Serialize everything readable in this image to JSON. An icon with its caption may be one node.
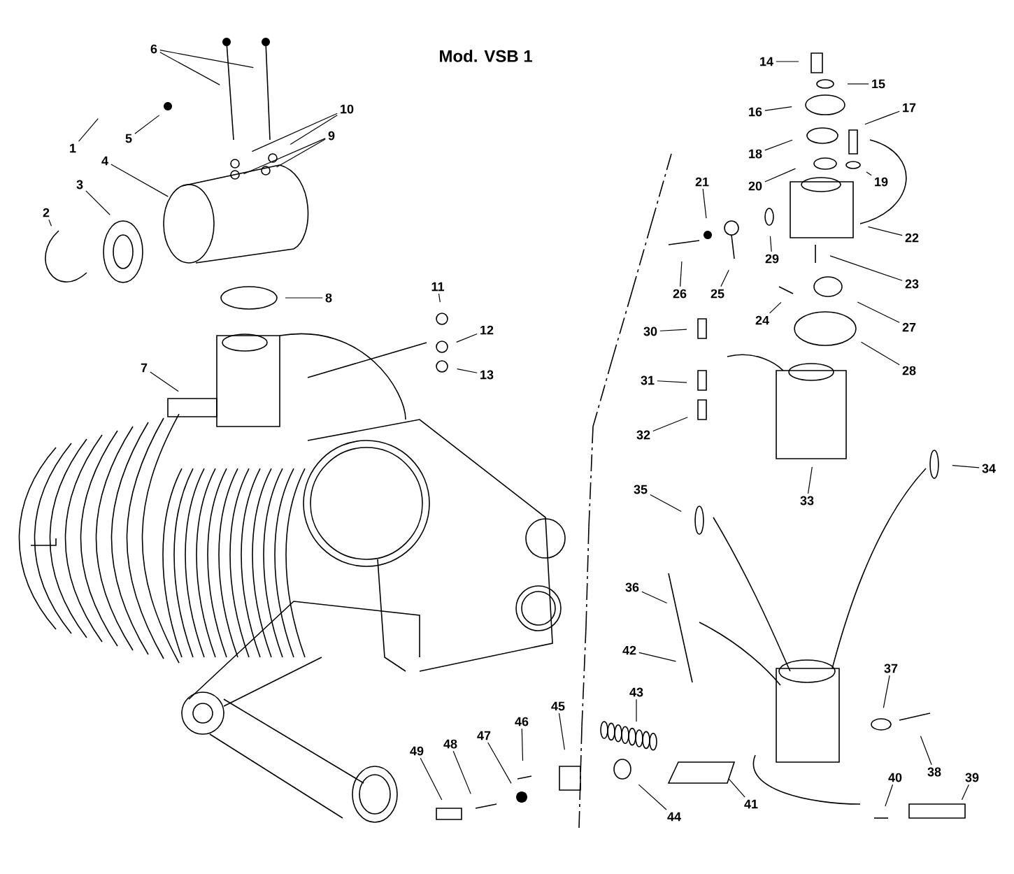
{
  "diagram": {
    "title": "Mod. VSB 1",
    "nodes": [
      {
        "text": [
          "1"
        ]
      },
      {
        "text": [
          "2"
        ]
      },
      {
        "text": [
          "3"
        ]
      },
      {
        "text": [
          "4"
        ]
      },
      {
        "text": [
          "5"
        ]
      },
      {
        "text": [
          "6"
        ]
      },
      {
        "text": [
          "7"
        ]
      },
      {
        "text": [
          "8"
        ]
      },
      {
        "text": [
          "9"
        ]
      },
      {
        "text": [
          "10"
        ]
      },
      {
        "text": [
          "11"
        ]
      },
      {
        "text": [
          "12"
        ]
      },
      {
        "text": [
          "13"
        ]
      },
      {
        "text": [
          "14"
        ]
      },
      {
        "text": [
          "15"
        ]
      },
      {
        "text": [
          "16"
        ]
      },
      {
        "text": [
          "17"
        ]
      },
      {
        "text": [
          "18"
        ]
      },
      {
        "text": [
          "19"
        ]
      },
      {
        "text": [
          "20"
        ]
      },
      {
        "text": [
          "21"
        ]
      },
      {
        "text": [
          "22"
        ]
      },
      {
        "text": [
          "23"
        ]
      },
      {
        "text": [
          "24"
        ]
      },
      {
        "text": [
          "25"
        ]
      },
      {
        "text": [
          "26"
        ]
      },
      {
        "text": [
          "27"
        ]
      },
      {
        "text": [
          "28"
        ]
      },
      {
        "text": [
          "29"
        ]
      },
      {
        "text": [
          "30"
        ]
      },
      {
        "text": [
          "31"
        ]
      },
      {
        "text": [
          "32"
        ]
      },
      {
        "text": [
          "33"
        ]
      },
      {
        "text": [
          "34"
        ]
      },
      {
        "text": [
          "35"
        ]
      },
      {
        "text": [
          "36"
        ]
      },
      {
        "text": [
          "37"
        ]
      },
      {
        "text": [
          "38"
        ]
      },
      {
        "text": [
          "39"
        ]
      },
      {
        "text": [
          "40"
        ]
      },
      {
        "text": [
          "41"
        ]
      },
      {
        "text": [
          "42"
        ]
      },
      {
        "text": [
          "43"
        ]
      },
      {
        "text": [
          "44"
        ]
      },
      {
        "text": [
          "45"
        ]
      },
      {
        "text": [
          "46"
        ]
      },
      {
        "text": [
          "47"
        ]
      },
      {
        "text": [
          "48"
        ]
      },
      {
        "text": [
          "49"
        ]
      }
    ],
    "edges": [
      {
        "from": 0,
        "to": null,
        "arrow": "none"
      },
      {
        "from": 1,
        "to": null,
        "arrow": "none"
      },
      {
        "from": 2,
        "to": null,
        "arrow": "none"
      },
      {
        "from": 3,
        "to": null,
        "arrow": "none"
      },
      {
        "from": 4,
        "to": null,
        "arrow": "none"
      },
      {
        "from": 5,
        "to": null,
        "arrow": "none"
      },
      {
        "from": 5,
        "to": null,
        "arrow": "none"
      },
      {
        "from": 6,
        "to": null,
        "arrow": "none"
      },
      {
        "from": 7,
        "to": null,
        "arrow": "none"
      },
      {
        "from": 8,
        "to": null,
        "arrow": "none"
      },
      {
        "from": 8,
        "to": null,
        "arrow": "none"
      },
      {
        "from": 9,
        "to": null,
        "arrow": "none"
      },
      {
        "from": 9,
        "to": null,
        "arrow": "none"
      },
      {
        "from": 10,
        "to": null,
        "arrow": "none"
      },
      {
        "from": 11,
        "to": null,
        "arrow": "none"
      },
      {
        "from": 12,
        "to": null,
        "arrow": "none"
      },
      {
        "from": 13,
        "to": null,
        "arrow": "none"
      },
      {
        "from": 14,
        "to": null,
        "arrow": "none"
      },
      {
        "from": 15,
        "to": null,
        "arrow": "none"
      },
      {
        "from": 16,
        "to": null,
        "arrow": "none"
      },
      {
        "from": 17,
        "to": null,
        "arrow": "none"
      },
      {
        "from": 18,
        "to": null,
        "arrow": "none"
      },
      {
        "from": 19,
        "to": null,
        "arrow": "none"
      },
      {
        "from": 20,
        "to": null,
        "arrow": "none"
      },
      {
        "from": 21,
        "to": null,
        "arrow": "none"
      },
      {
        "from": 22,
        "to": null,
        "arrow": "none"
      },
      {
        "from": 23,
        "to": null,
        "arrow": "none"
      },
      {
        "from": 24,
        "to": null,
        "arrow": "none"
      },
      {
        "from": 25,
        "to": null,
        "arrow": "none"
      },
      {
        "from": 26,
        "to": null,
        "arrow": "none"
      },
      {
        "from": 27,
        "to": null,
        "arrow": "none"
      },
      {
        "from": 28,
        "to": null,
        "arrow": "none"
      },
      {
        "from": 29,
        "to": null,
        "arrow": "none"
      },
      {
        "from": 30,
        "to": null,
        "arrow": "none"
      },
      {
        "from": 31,
        "to": null,
        "arrow": "none"
      },
      {
        "from": 32,
        "to": null,
        "arrow": "none"
      },
      {
        "from": 33,
        "to": null,
        "arrow": "none"
      },
      {
        "from": 34,
        "to": null,
        "arrow": "none"
      },
      {
        "from": 35,
        "to": null,
        "arrow": "none"
      },
      {
        "from": 36,
        "to": null,
        "arrow": "none"
      },
      {
        "from": 37,
        "to": null,
        "arrow": "none"
      },
      {
        "from": 38,
        "to": null,
        "arrow": "none"
      },
      {
        "from": 39,
        "to": null,
        "arrow": "none"
      },
      {
        "from": 40,
        "to": null,
        "arrow": "none"
      },
      {
        "from": 41,
        "to": null,
        "arrow": "none"
      },
      {
        "from": 42,
        "to": null,
        "arrow": "none"
      },
      {
        "from": 43,
        "to": null,
        "arrow": "none"
      },
      {
        "from": 44,
        "to": null,
        "arrow": "none"
      },
      {
        "from": 45,
        "to": null,
        "arrow": "none"
      },
      {
        "from": 46,
        "to": null,
        "arrow": "none"
      },
      {
        "from": 47,
        "to": null,
        "arrow": "none"
      },
      {
        "from": 48,
        "to": null,
        "arrow": "none"
      }
    ]
  }
}
